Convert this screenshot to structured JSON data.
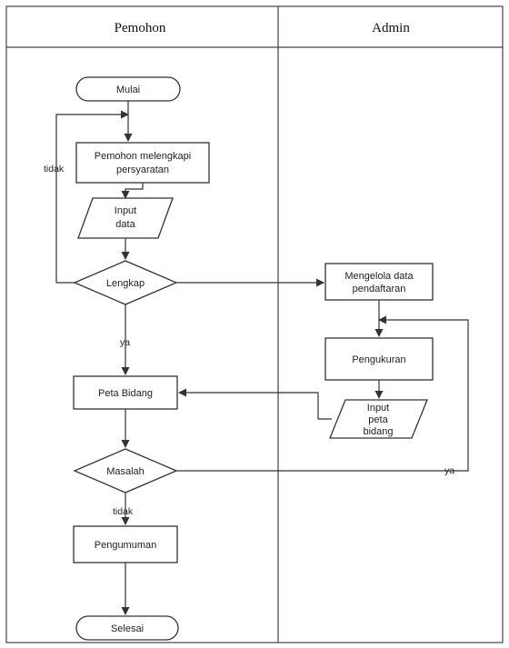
{
  "lanes": {
    "left_title": "Pemohon",
    "right_title": "Admin"
  },
  "nodes": {
    "mulai": "Mulai",
    "melengkapi_line1": "Pemohon melengkapi",
    "melengkapi_line2": "persyaratan",
    "input_data_line1": "Input",
    "input_data_line2": "data",
    "lengkap": "Lengkap",
    "mengelola_line1": "Mengelola data",
    "mengelola_line2": "pendaftaran",
    "pengukuran": "Pengukuran",
    "input_peta_line1": "Input",
    "input_peta_line2": "peta",
    "input_peta_line3": "bidang",
    "peta_bidang": "Peta Bidang",
    "masalah": "Masalah",
    "pengumuman": "Pengumuman",
    "selesai": "Selesai"
  },
  "edges": {
    "tidak_lengkap": "tidak",
    "ya_lengkap": "ya",
    "ya_masalah": "ya",
    "tidak_masalah": "tidak"
  },
  "colors": {
    "stroke": "#333333",
    "background": "#ffffff"
  }
}
